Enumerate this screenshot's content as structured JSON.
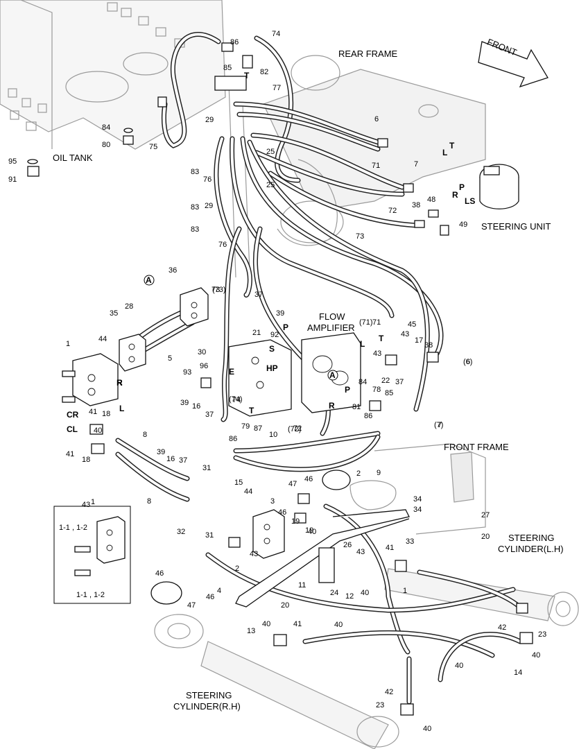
{
  "region_labels": {
    "oil_tank": "OIL TANK",
    "rear_frame": "REAR FRAME",
    "front": "FRONT",
    "steering_unit": "STEERING UNIT",
    "flow_amplifier_1": "FLOW",
    "flow_amplifier_2": "AMPLIFIER",
    "front_frame": "FRONT FRAME",
    "steering_cylinder_lh_1": "STEERING",
    "steering_cylinder_lh_2": "CYLINDER(L.H)",
    "steering_cylinder_rh_1": "STEERING",
    "steering_cylinder_rh_2": "CYLINDER(R.H)"
  },
  "ports": {
    "T_top": "T",
    "L_su": "L",
    "T_su": "T",
    "P_su": "P",
    "R_su": "R",
    "LS_su": "LS",
    "P_fa": "P",
    "S_fa": "S",
    "HP_fa": "HP",
    "E_fa": "E",
    "T_fa": "T",
    "L_fa": "L",
    "T_fa2": "T",
    "P_fa2": "P",
    "R_fa": "R",
    "R_blk": "R",
    "L_blk": "L",
    "CR_blk": "CR",
    "CL_blk": "CL",
    "A_circle1": "A",
    "A_circle2": "A"
  },
  "callouts": [
    "74",
    "86",
    "85",
    "82",
    "77",
    "84",
    "80",
    "75",
    "95",
    "91",
    "6",
    "29",
    "83",
    "76",
    "25",
    "83",
    "71",
    "7",
    "25",
    "29",
    "83",
    "76",
    "73",
    "38",
    "48",
    "72",
    "49",
    "36",
    "28",
    "35",
    "1",
    "44",
    "5",
    "30",
    "93",
    "96",
    "R",
    "37",
    "39",
    "92",
    "21",
    "73",
    "71",
    "45",
    "43",
    "17",
    "38",
    "6",
    "43",
    "22",
    "37",
    "84",
    "78",
    "85",
    "81",
    "86",
    "7",
    "74",
    "79",
    "87",
    "86",
    "72",
    "39",
    "16",
    "37",
    "41",
    "18",
    "18",
    "40",
    "41",
    "10",
    "8",
    "39",
    "16",
    "37",
    "9",
    "31",
    "15",
    "8",
    "2",
    "47",
    "46",
    "44",
    "3",
    "46",
    "43",
    "19",
    "40",
    "31",
    "32",
    "34",
    "34",
    "27",
    "20",
    "41",
    "33",
    "26",
    "43",
    "24",
    "12",
    "40",
    "1",
    "43",
    "19",
    "2",
    "46",
    "47",
    "46",
    "4",
    "11",
    "20",
    "40",
    "41",
    "13",
    "40",
    "42",
    "23",
    "40",
    "14",
    "40",
    "42",
    "23",
    "40"
  ],
  "inset": {
    "title": "1",
    "label_top": "1-1 , 1-2",
    "label_bottom": "1-1 , 1-2"
  },
  "paren_labels": {
    "p73": "(73)",
    "p71": "(71)",
    "p6": "(6)",
    "p74": "(74)",
    "p72": "(72)",
    "p7": "(7)"
  }
}
